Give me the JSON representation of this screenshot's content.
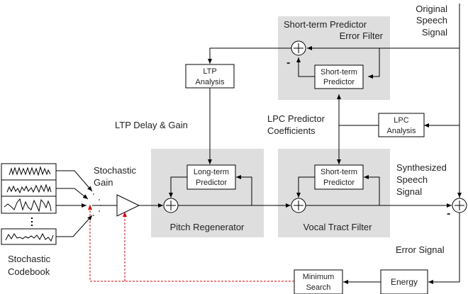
{
  "title": "CELP Speech Encoder Block Diagram",
  "labels": {
    "original_speech": [
      "Original",
      "Speech",
      "Signal"
    ],
    "stp_error_filter": [
      "Short-term Predictor",
      "Error Filter"
    ],
    "ltp_delay_gain": "LTP Delay & Gain",
    "lpc_coefficients": [
      "LPC Predictor",
      "Coefficients"
    ],
    "stochastic_gain": [
      "Stochastic",
      "Gain"
    ],
    "synthesized_speech": [
      "Synthesized",
      "Speech",
      "Signal"
    ],
    "error_signal": "Error Signal",
    "stochastic_codebook": [
      "Stochastic",
      "Codebook"
    ],
    "pitch_regenerator": "Pitch Regenerator",
    "vocal_tract_filter": "Vocal Tract Filter",
    "minus_sign": "-"
  },
  "blocks": {
    "ltp_analysis": [
      "LTP",
      "Analysis"
    ],
    "stp_error": [
      "Short-term",
      "Predictor"
    ],
    "lpc_analysis": [
      "LPC",
      "Analysis"
    ],
    "long_term_predictor": [
      "Long-term",
      "Predictor"
    ],
    "stp_vocal": [
      "Short-term",
      "Predictor"
    ],
    "minimum_search": [
      "Minimum",
      "Search"
    ],
    "energy": [
      "Energy"
    ]
  },
  "colors": {
    "panel": "#dedede",
    "feedback": "#e00000",
    "line": "#000000"
  }
}
